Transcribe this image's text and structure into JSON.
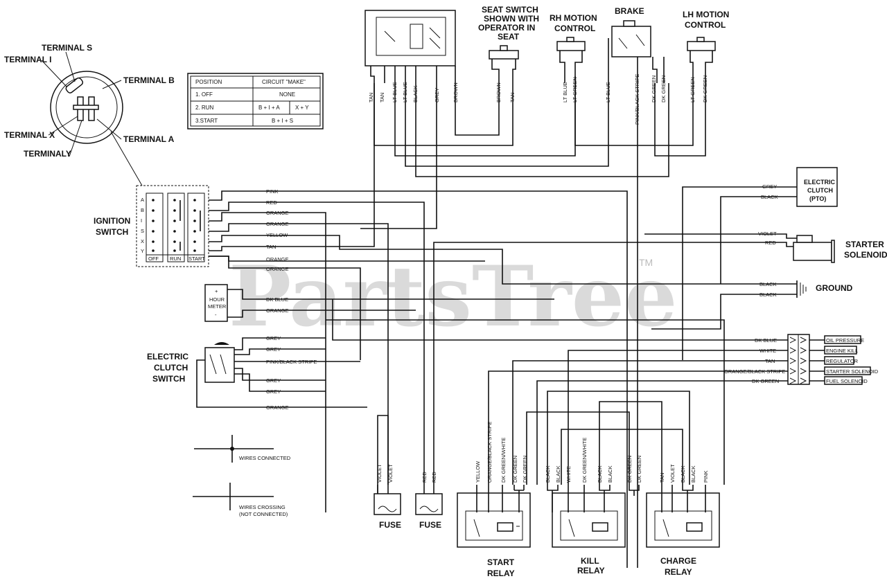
{
  "watermark": {
    "text": "PartsTree",
    "tm": "TM"
  },
  "key_switch": {
    "terminal_s": "TERMINAL S",
    "terminal_i": "TERMINAL I",
    "terminal_b": "TERMINAL B",
    "terminal_x": "TERMINAL X",
    "terminal_y": "TERMINALY",
    "terminal_a": "TERMINAL A"
  },
  "circuit_table": {
    "header_position": "POSITION",
    "header_circuit": "CIRCUIT \"MAKE\"",
    "rows": [
      {
        "position": "1. OFF",
        "make": "NONE",
        "extra": ""
      },
      {
        "position": "2. RUN",
        "make": "B + I + A",
        "extra": "X + Y"
      },
      {
        "position": "3.START",
        "make": "B + I + S",
        "extra": ""
      }
    ]
  },
  "ignition_switch": {
    "label_line1": "IGNITION",
    "label_line2": "SWITCH",
    "pins": [
      "A",
      "B",
      "I",
      "S",
      "X",
      "Y"
    ],
    "cols": [
      "OFF",
      "RUN",
      "START"
    ]
  },
  "components": {
    "seat_switch": [
      "SEAT SWITCH",
      "SHOWN WITH",
      "OPERATOR IN",
      "SEAT"
    ],
    "rh_motion": [
      "RH MOTION",
      "CONTROL"
    ],
    "brake": "BRAKE",
    "lh_motion": [
      "LH MOTION",
      "CONTROL"
    ],
    "electric_clutch": [
      "ELECTRIC",
      "CLUTCH",
      "(PTO)"
    ],
    "starter_solenoid": [
      "STARTER",
      "SOLENOID"
    ],
    "ground": "GROUND",
    "hour_meter": [
      "+",
      "HOUR",
      "METER",
      "-"
    ],
    "clutch_switch": [
      "ELECTRIC",
      "CLUTCH",
      "SWITCH"
    ],
    "fuse1": "FUSE",
    "fuse2": "FUSE",
    "start_relay": [
      "START",
      "RELAY"
    ],
    "kill_relay": [
      "KILL",
      "RELAY"
    ],
    "charge_relay": [
      "CHARGE",
      "RELAY"
    ]
  },
  "connector": {
    "items": [
      "OIL PRESSURE",
      "ENGINE KILL",
      "REGULATOR",
      "STARTER SOLENOID",
      "FUEL SOLENOID"
    ]
  },
  "legend": {
    "connected": "WIRES CONNECTED",
    "crossing_line1": "WIRES CROSSING",
    "crossing_line2": "(NOT CONNECTED)"
  },
  "wire_labels": {
    "ign_right": [
      "PINK",
      "RED",
      "ORANGE",
      "ORANGE",
      "YELLOW",
      "TAN",
      "ORANGE",
      "ORANGE"
    ],
    "hour_meter": [
      "DK BLUE",
      "ORANGE"
    ],
    "clutch_switch": [
      "GREY",
      "GREY",
      "PINK/BLACK STRIPE",
      "GREY",
      "GREY",
      "ORANGE"
    ],
    "right_side": [
      "GREY",
      "BLACK",
      "VIOLET",
      "RED",
      "BLACK",
      "BLACK"
    ],
    "connector_in": [
      "DK BLUE",
      "WHITE",
      "TAN",
      "ORANGE/BLACK STRIPE",
      "DK GREEN"
    ],
    "module": [
      "TAN",
      "TAN",
      "LT BLUE",
      "LT BLUE",
      "BLACK",
      "GREY",
      "BROWN"
    ],
    "seat": [
      "BROWN",
      "TAN"
    ],
    "rh": [
      "LT BLUE",
      "LT GREEN"
    ],
    "brake": [
      "LT BLUE",
      "PINK/BLACK STRIPE",
      "DK GREEN",
      "DK GREEN"
    ],
    "lh": [
      "LT GREEN",
      "DK GREEN"
    ],
    "fuses": [
      "VIOLET",
      "VIOLET",
      "RED",
      "RED"
    ],
    "start_relay": [
      "YELLOW",
      "ORANGE/BLACK STRIPE",
      "DK GREEN/WHITE",
      "DK GREEN",
      "DK GREEN"
    ],
    "kill_relay": [
      "BLACK",
      "BLACK",
      "WHITE",
      "DK GREEN/WHITE",
      "BLACK",
      "BLACK"
    ],
    "mid": [
      "DK GREEN",
      "DK GREEN"
    ],
    "charge_relay": [
      "TAN",
      "VIOLET",
      "BLACK",
      "BLACK",
      "PINK"
    ]
  }
}
